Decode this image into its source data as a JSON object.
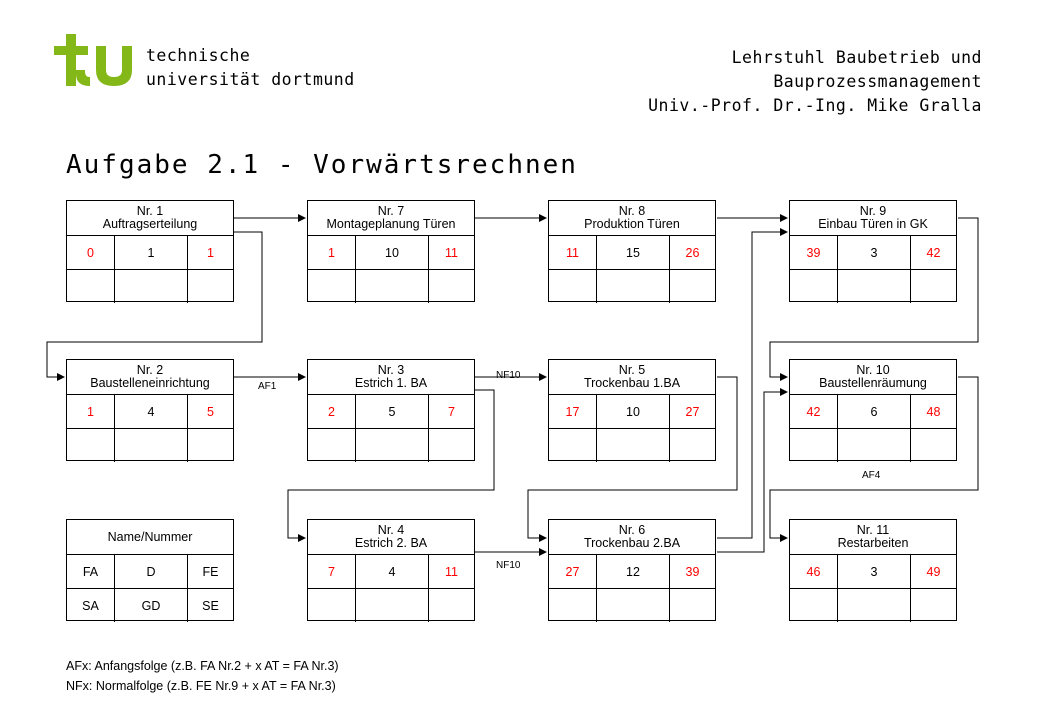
{
  "header": {
    "university_line1": "technische",
    "university_line2": "universität dortmund",
    "chair_line1": "Lehrstuhl Baubetrieb und",
    "chair_line2": "Bauprozessmanagement",
    "chair_line3": "Univ.-Prof. Dr.-Ing. Mike Gralla",
    "brand_color": "#84b819"
  },
  "title": "Aufgabe 2.1 - Vorwärtsrechnen",
  "nodes": {
    "n1": {
      "number": "Nr. 1",
      "name": "Auftragserteilung",
      "fa": "0",
      "d": "1",
      "fe": "1"
    },
    "n7": {
      "number": "Nr. 7",
      "name": "Montageplanung Türen",
      "fa": "1",
      "d": "10",
      "fe": "11"
    },
    "n8": {
      "number": "Nr. 8",
      "name": "Produktion Türen",
      "fa": "11",
      "d": "15",
      "fe": "26"
    },
    "n9": {
      "number": "Nr. 9",
      "name": "Einbau Türen in GK",
      "fa": "39",
      "d": "3",
      "fe": "42"
    },
    "n2": {
      "number": "Nr. 2",
      "name": "Baustelleneinrichtung",
      "fa": "1",
      "d": "4",
      "fe": "5"
    },
    "n3": {
      "number": "Nr. 3",
      "name": "Estrich 1. BA",
      "fa": "2",
      "d": "5",
      "fe": "7"
    },
    "n5": {
      "number": "Nr. 5",
      "name": "Trockenbau 1.BA",
      "fa": "17",
      "d": "10",
      "fe": "27"
    },
    "n10": {
      "number": "Nr. 10",
      "name": "Baustellenräumung",
      "fa": "42",
      "d": "6",
      "fe": "48"
    },
    "n4": {
      "number": "Nr. 4",
      "name": "Estrich 2. BA",
      "fa": "7",
      "d": "4",
      "fe": "11"
    },
    "n6": {
      "number": "Nr. 6",
      "name": "Trockenbau 2.BA",
      "fa": "27",
      "d": "12",
      "fe": "39"
    },
    "n11": {
      "number": "Nr. 11",
      "name": "Restarbeiten",
      "fa": "46",
      "d": "3",
      "fe": "49"
    }
  },
  "legend": {
    "head": "Name/Nummer",
    "fa": "FA",
    "d": "D",
    "fe": "FE",
    "sa": "SA",
    "gd": "GD",
    "se": "SE"
  },
  "edge_labels": {
    "af1": "AF1",
    "nf10_top": "NF10",
    "nf10_bottom": "NF10",
    "af4": "AF4"
  },
  "footnotes": {
    "af": "AFx: Anfangsfolge (z.B. FA Nr.2 + x AT = FA Nr.3)",
    "nf": "NFx: Normalfolge (z.B. FE Nr.9 + x AT = FA Nr.3)"
  },
  "colors": {
    "earliest_times": "#ff0000",
    "lines": "#000000"
  }
}
